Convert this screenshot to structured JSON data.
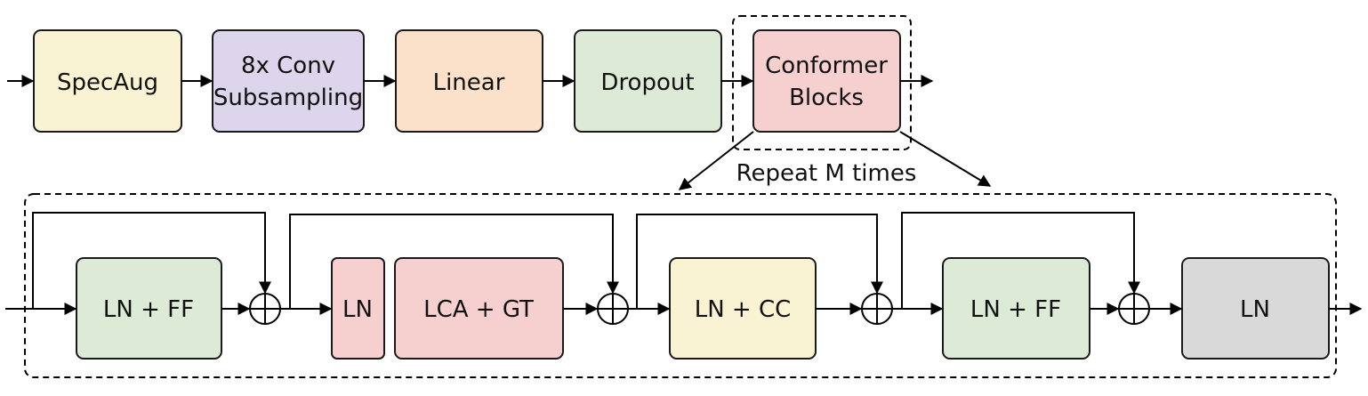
{
  "top_blocks": [
    {
      "id": "specaug",
      "lines": [
        "SpecAug"
      ],
      "fill": "#FAF3D3"
    },
    {
      "id": "conv",
      "lines": [
        "8x Conv",
        "Subsampling"
      ],
      "fill": "#DCD5EB"
    },
    {
      "id": "linear",
      "lines": [
        "Linear"
      ],
      "fill": "#FBE1CA"
    },
    {
      "id": "dropout",
      "lines": [
        "Dropout"
      ],
      "fill": "#DCEAD6"
    },
    {
      "id": "conformer",
      "lines": [
        "Conformer",
        "Blocks"
      ],
      "fill": "#F6CFCF"
    }
  ],
  "repeat_label": "Repeat M times",
  "bottom_blocks": [
    {
      "id": "ln-ff-1",
      "lines": [
        "LN + FF"
      ],
      "fill": "#DCEAD6"
    },
    {
      "id": "ln-small",
      "lines": [
        "LN"
      ],
      "fill": "#F6CFCF"
    },
    {
      "id": "lca-gt",
      "lines": [
        "LCA + GT"
      ],
      "fill": "#F6CFCF"
    },
    {
      "id": "ln-cc",
      "lines": [
        "LN + CC"
      ],
      "fill": "#FAF3D3"
    },
    {
      "id": "ln-ff-2",
      "lines": [
        "LN + FF"
      ],
      "fill": "#DCEAD6"
    },
    {
      "id": "ln-final",
      "lines": [
        "LN"
      ],
      "fill": "#D9D9D9"
    }
  ]
}
